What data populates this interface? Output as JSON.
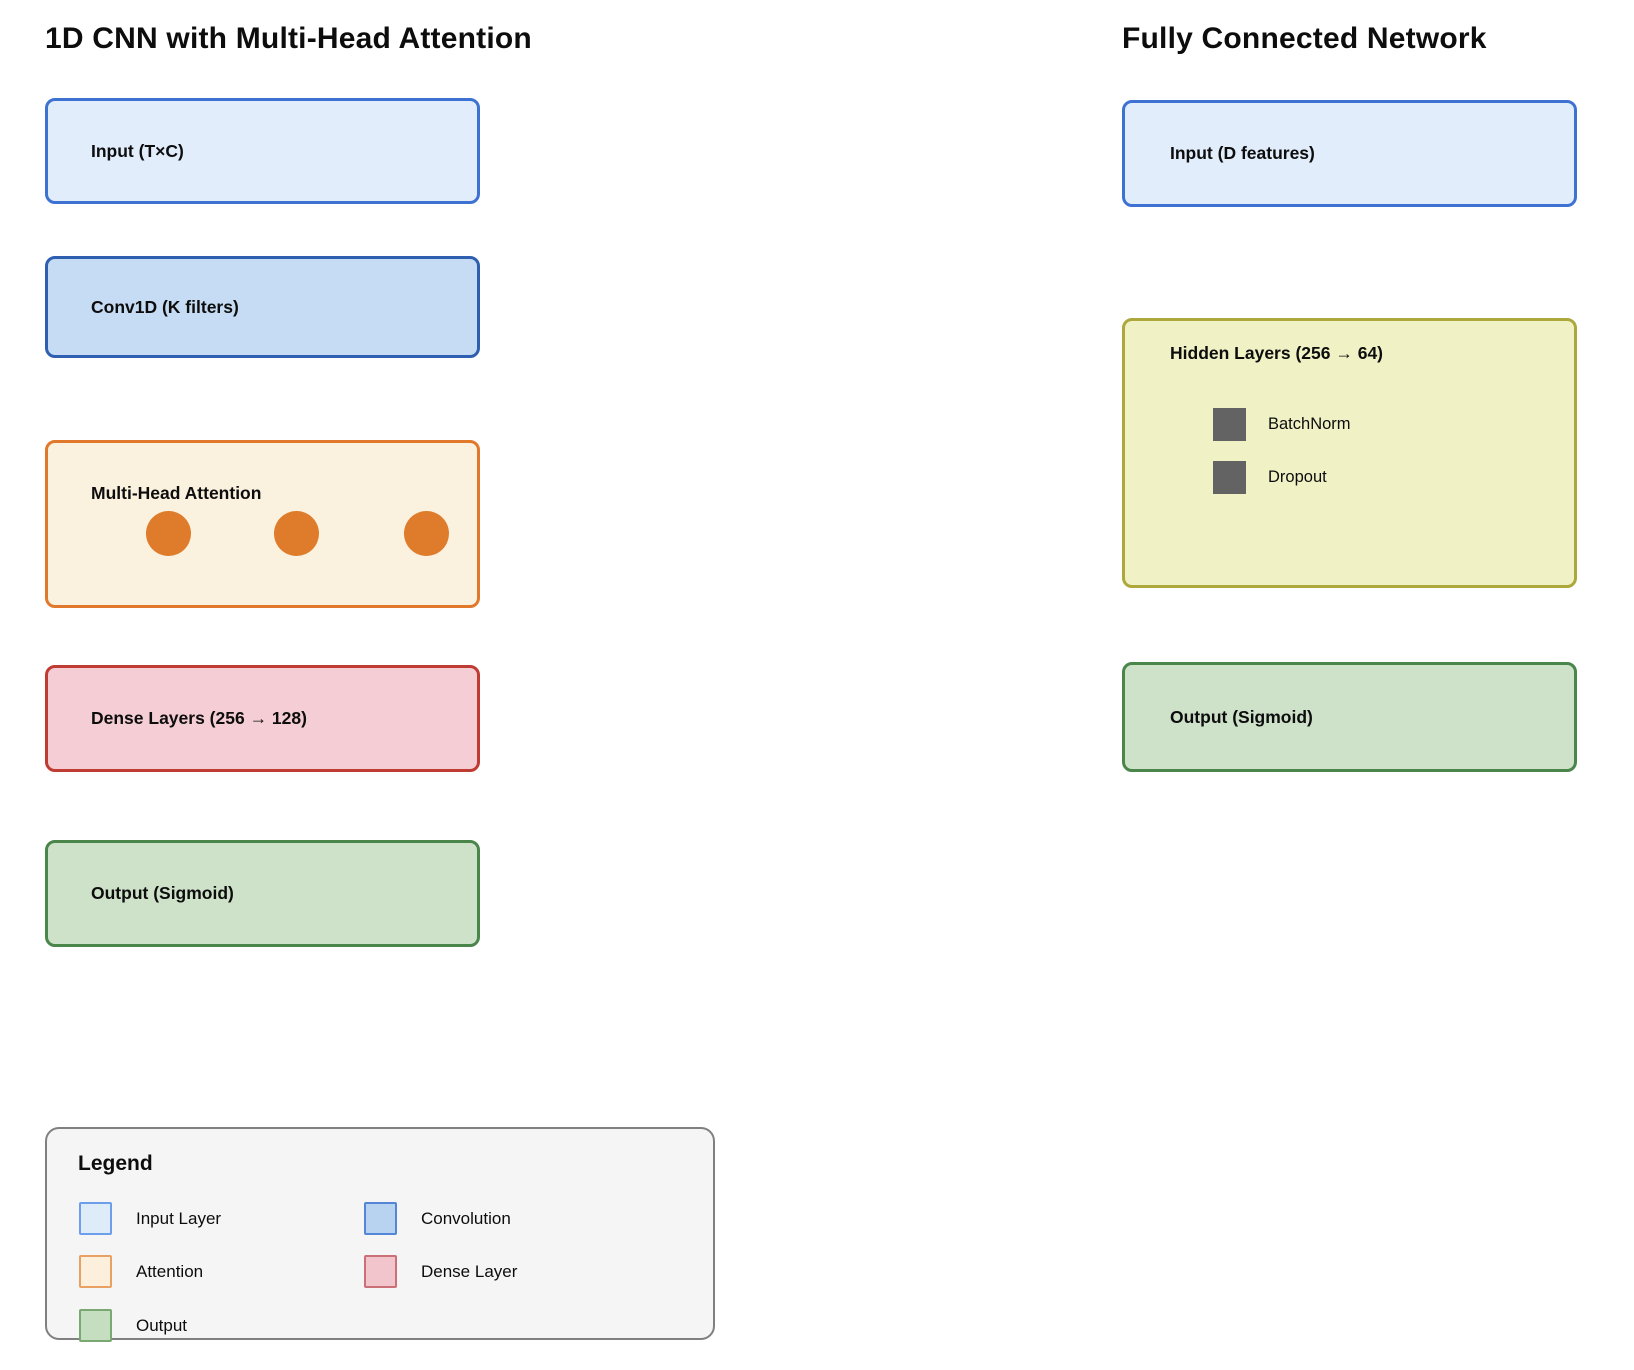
{
  "left": {
    "title": "1D CNN with Multi-Head Attention",
    "layers": [
      {
        "label": "Input (T×C)",
        "fill": "#E1EDFB",
        "border": "#3E72D2"
      },
      {
        "label": "Conv1D (K filters)",
        "fill": "#C6DCF4",
        "border": "#2E5FB0"
      },
      {
        "label": "Multi-Head Attention",
        "fill": "#FBF1DF",
        "border": "#E0792B",
        "head_count": 3,
        "head_color": "#DE7C2B"
      },
      {
        "label": "Dense Layers (256 → 128)",
        "fill": "#F5CED5",
        "border": "#C03B32"
      },
      {
        "label": "Output (Sigmoid)",
        "fill": "#CEE2CA",
        "border": "#4A854A"
      }
    ]
  },
  "right": {
    "title": "Fully Connected Network",
    "layers": [
      {
        "label": "Input (D features)",
        "fill": "#E1EDFB",
        "border": "#3E72D2"
      },
      {
        "label": "Hidden Layers (256 → 64)",
        "fill": "#F0F2C6",
        "border": "#ADA83C",
        "items": [
          {
            "label": "BatchNorm",
            "swatch": "#636363"
          },
          {
            "label": "Dropout",
            "swatch": "#636363"
          }
        ]
      },
      {
        "label": "Output (Sigmoid)",
        "fill": "#CEE2CA",
        "border": "#4A854A"
      }
    ]
  },
  "legend": {
    "title": "Legend",
    "panel_fill": "#F5F5F5",
    "panel_border": "#808080",
    "items": [
      {
        "label": "Input Layer",
        "fill": "#DEEBF9",
        "border": "#6D9EEB"
      },
      {
        "label": "Convolution",
        "fill": "#B7D3F0",
        "border": "#5585D6"
      },
      {
        "label": "Attention",
        "fill": "#FCF0DC",
        "border": "#E8A163"
      },
      {
        "label": "Dense Layer",
        "fill": "#F2C5CC",
        "border": "#CC7077"
      },
      {
        "label": "Output",
        "fill": "#C5DEC0",
        "border": "#7AA873"
      }
    ]
  }
}
